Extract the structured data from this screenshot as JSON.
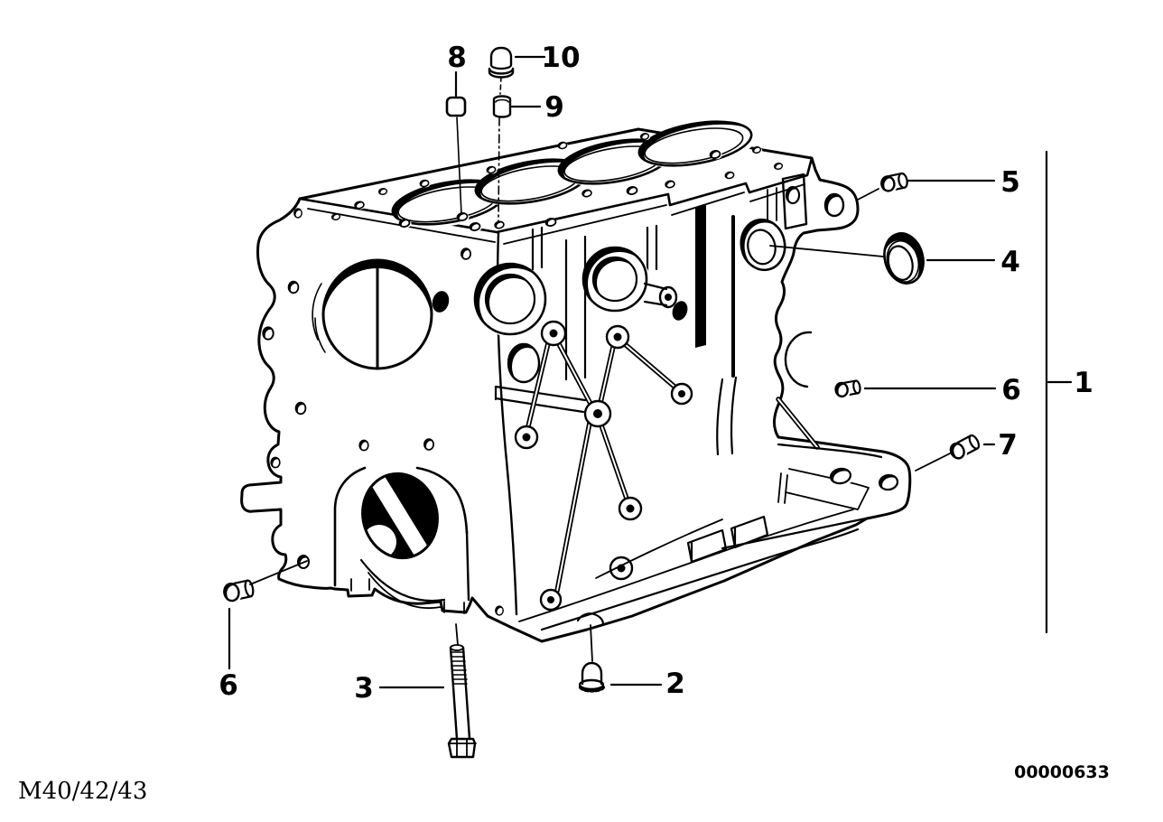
{
  "colors": {
    "background": "#ffffff",
    "line": "#000000"
  },
  "footer": {
    "model_code": "M40/42/43",
    "document_number": "00000633"
  },
  "callouts": [
    {
      "id": "1",
      "label": "1",
      "part_glyph": "engine-block"
    },
    {
      "id": "2",
      "label": "2",
      "part_glyph": "screw-plug"
    },
    {
      "id": "3",
      "label": "3",
      "part_glyph": "hex-bolt"
    },
    {
      "id": "4",
      "label": "4",
      "part_glyph": "ring-bushing"
    },
    {
      "id": "5",
      "label": "5",
      "part_glyph": "dowel-pin"
    },
    {
      "id": "6-upper",
      "label": "6",
      "part_glyph": "dowel-pin"
    },
    {
      "id": "6-lower",
      "label": "6",
      "part_glyph": "dowel-pin"
    },
    {
      "id": "7",
      "label": "7",
      "part_glyph": "dowel-pin"
    },
    {
      "id": "8",
      "label": "8",
      "part_glyph": "square-dowel"
    },
    {
      "id": "9",
      "label": "9",
      "part_glyph": "cylinder-plug"
    },
    {
      "id": "10",
      "label": "10",
      "part_glyph": "sealing-cap"
    }
  ]
}
